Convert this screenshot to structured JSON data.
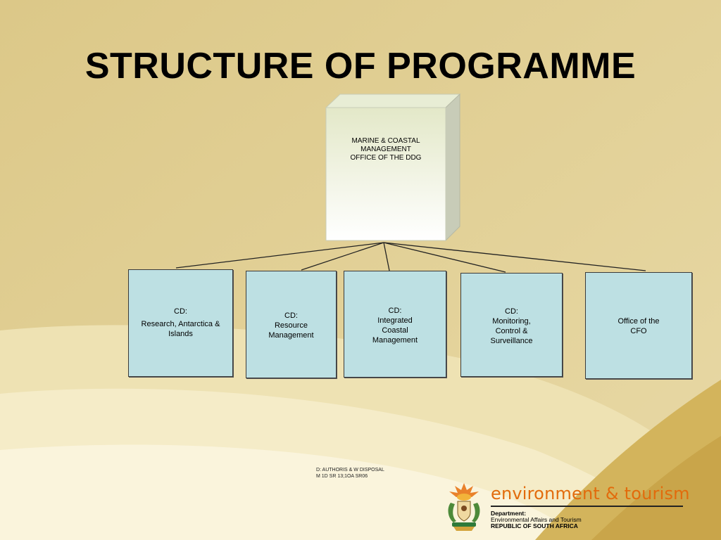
{
  "title": "STRUCTURE OF PROGRAMME",
  "top_box": {
    "line1": "MARINE & COASTAL MANAGEMENT",
    "line2": "OFFICE OF THE DDG"
  },
  "boxes": [
    {
      "lines": [
        "CD:",
        "Research, Antarctica  &",
        "Islands"
      ]
    },
    {
      "lines": [
        "CD:",
        "Resource",
        "Management"
      ]
    },
    {
      "lines": [
        "CD:",
        "Integrated",
        "Coastal",
        "Management"
      ]
    },
    {
      "lines": [
        "CD:",
        "Monitoring,",
        "Control &",
        "Surveillance"
      ]
    },
    {
      "lines": [
        "Office of the",
        "CFO"
      ]
    }
  ],
  "footnote": {
    "line1": "D: AUTHORIS & W DISPOSAL",
    "line2": "M 1D SR 13;1OA SR06"
  },
  "brand": {
    "name": "environment & tourism",
    "dept_line1": "Department:",
    "dept_line2": "Environmental Affairs and Tourism",
    "dept_line3": "REPUBLIC OF SOUTH AFRICA"
  },
  "colors": {
    "background": "#e4d29a",
    "box_fill": "#bde0e3",
    "brand_orange": "#e26b0c"
  }
}
